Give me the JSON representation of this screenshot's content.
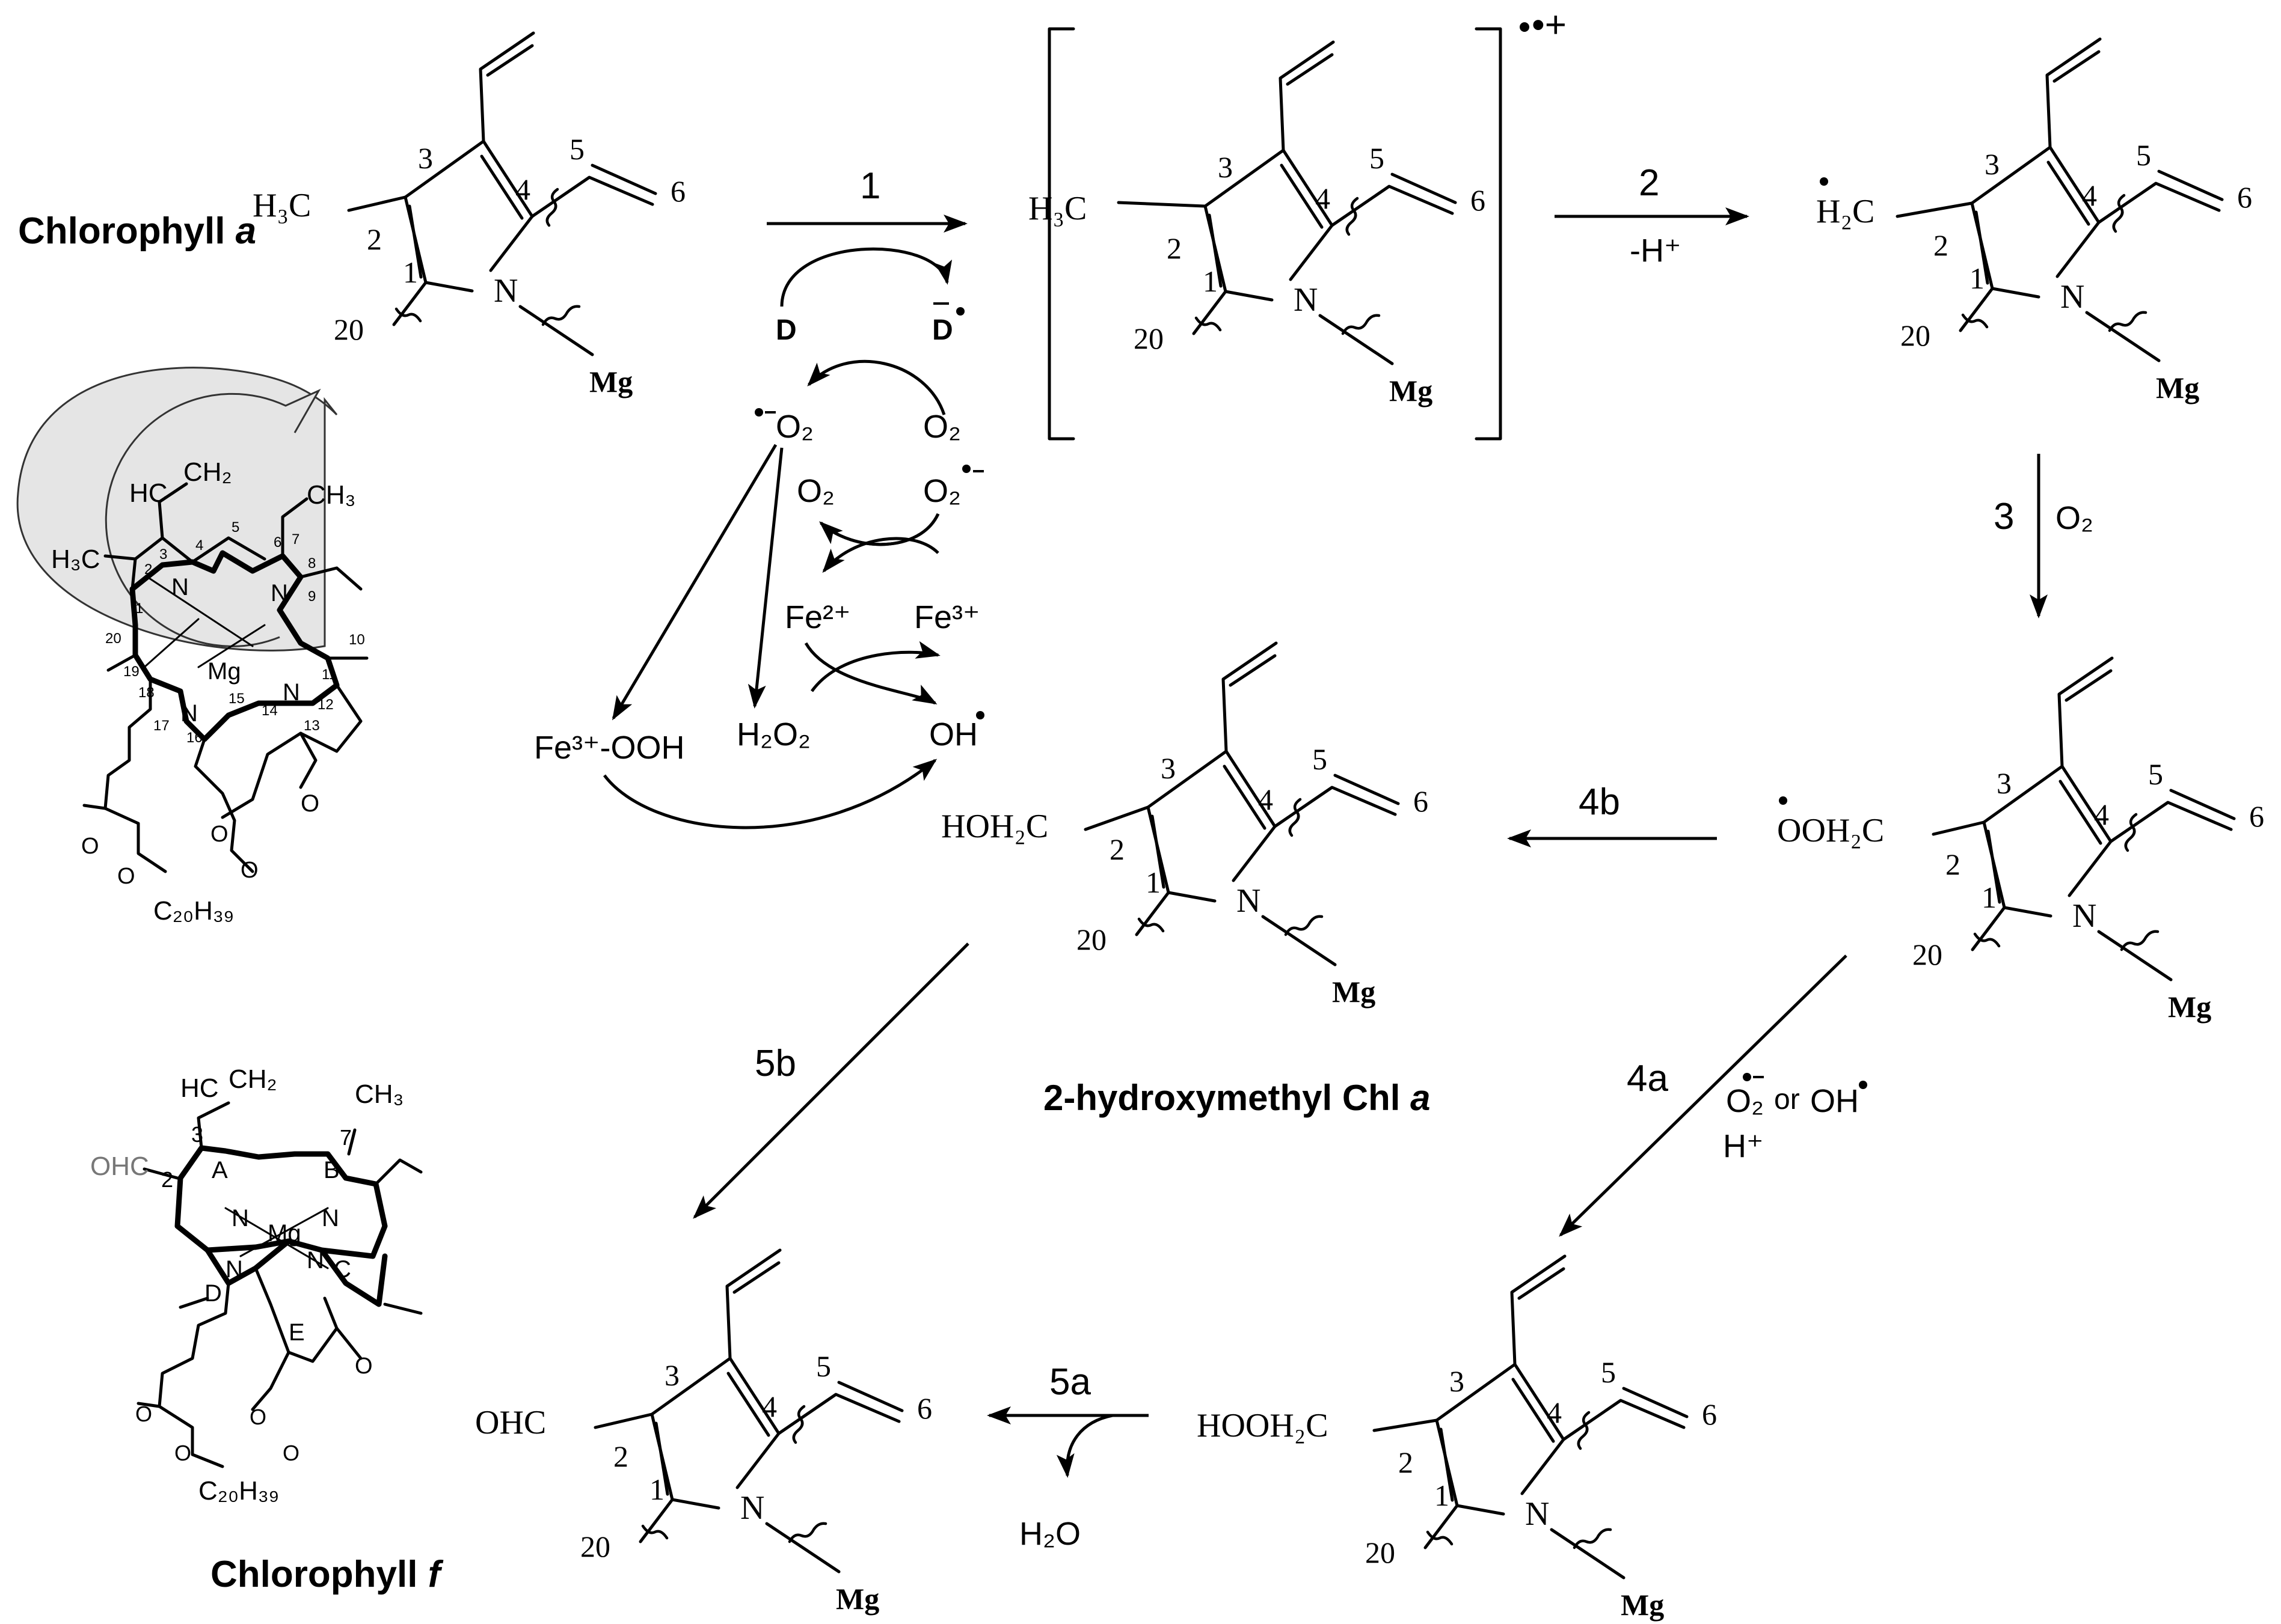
{
  "compounds": {
    "chl_a_name": "Chlorophyll",
    "chl_a_suffix": "a",
    "chl_f_name": "Chlorophyll",
    "chl_f_suffix": "f",
    "hydroxymethyl_name": "2-hydroxymethyl Chl",
    "hydroxymethyl_suffix": "a"
  },
  "pyrrole_labels": {
    "pos1": "1",
    "pos2": "2",
    "pos3": "3",
    "pos4": "4",
    "pos5": "5",
    "pos6": "6",
    "pos20": "20",
    "nitrogen": "N",
    "magnesium": "Mg"
  },
  "substituents": {
    "methyl": "H₃C",
    "methyl_radical": "H₂C",
    "peroxyl_radical": "OOH₂C",
    "hydroperoxide": "HOOH₂C",
    "hydroxymethyl": "HOH₂C",
    "formyl": "OHC"
  },
  "radical_cation_charge": "•+",
  "steps": {
    "s1": "1",
    "s2": "2",
    "s3": "3",
    "s4a": "4a",
    "s4b": "4b",
    "s5a": "5a",
    "s5b": "5b"
  },
  "reagents": {
    "step1_donor": "D",
    "step1_donor_radical": "D",
    "step2": "-H⁺",
    "step3": "O₂",
    "step4a_line1_o2": "O₂",
    "step4a_line1_or": "or",
    "step4a_line1_oh": "OH",
    "step4a_line2": "H⁺",
    "step5a": "H₂O"
  },
  "ros_cycle": {
    "superoxide": "O₂",
    "oxygen_top": "O₂",
    "oxygen_mid": "O₂",
    "superoxide_right": "O₂",
    "fe2": "Fe²⁺",
    "fe3": "Fe³⁺",
    "h2o2": "H₂O₂",
    "hydroxyl": "OH",
    "ferric_hydroperoxide": "Fe³⁺-OOH"
  },
  "full_structure_labels": {
    "vinyl": "HC",
    "vinyl_ch2": "CH₂",
    "methyl_3": "H₃C",
    "methyl_7": "CH₃",
    "phytyl": "C₂₀H₃₉",
    "formyl": "OHC",
    "ring_a": "A",
    "ring_b": "B",
    "ring_c": "C",
    "ring_d": "D",
    "ring_e": "E",
    "n": "N",
    "mg": "Mg",
    "o": "O",
    "a_numbers": [
      "1",
      "2",
      "3",
      "4",
      "5",
      "6",
      "7",
      "8",
      "9",
      "10",
      "11",
      "12",
      "13",
      "14",
      "15",
      "16",
      "17",
      "18",
      "19",
      "20"
    ],
    "f_numbers": [
      "2",
      "3",
      "7"
    ]
  }
}
